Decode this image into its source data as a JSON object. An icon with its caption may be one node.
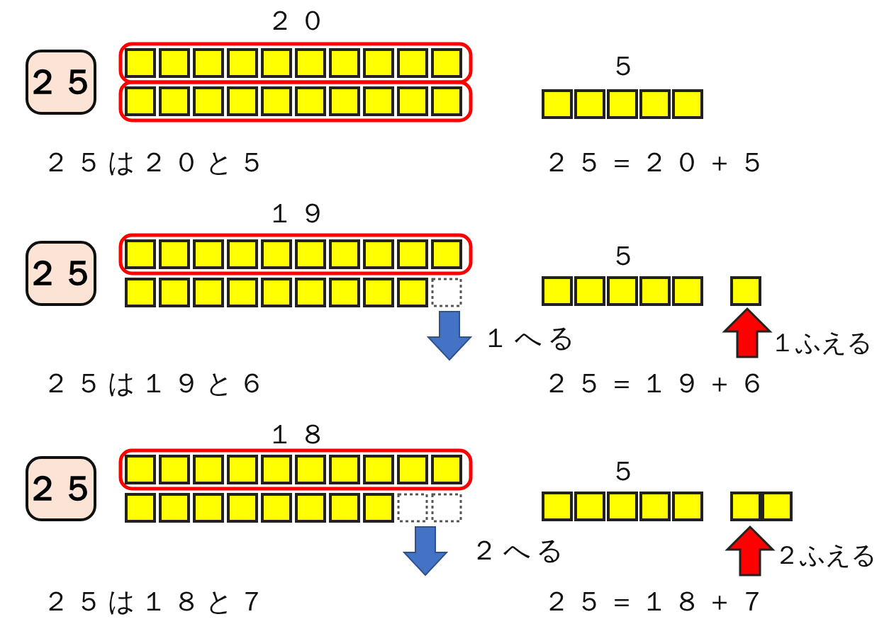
{
  "diagram": {
    "nodes": [
      {
        "text": [
          "２５"
        ]
      },
      {
        "text": [
          "２５"
        ]
      },
      {
        "text": [
          "２５"
        ]
      }
    ],
    "labels": [
      "２０",
      "５",
      "２５は２０と５",
      "２５＝２０＋５",
      "１９",
      "５",
      "１へる",
      "１ふえる",
      "２５は１９と６",
      "２５＝１９＋６",
      "１８",
      "５",
      "２へる",
      "２ふえる",
      "２５は１８と７",
      "２５＝１８＋７"
    ]
  }
}
